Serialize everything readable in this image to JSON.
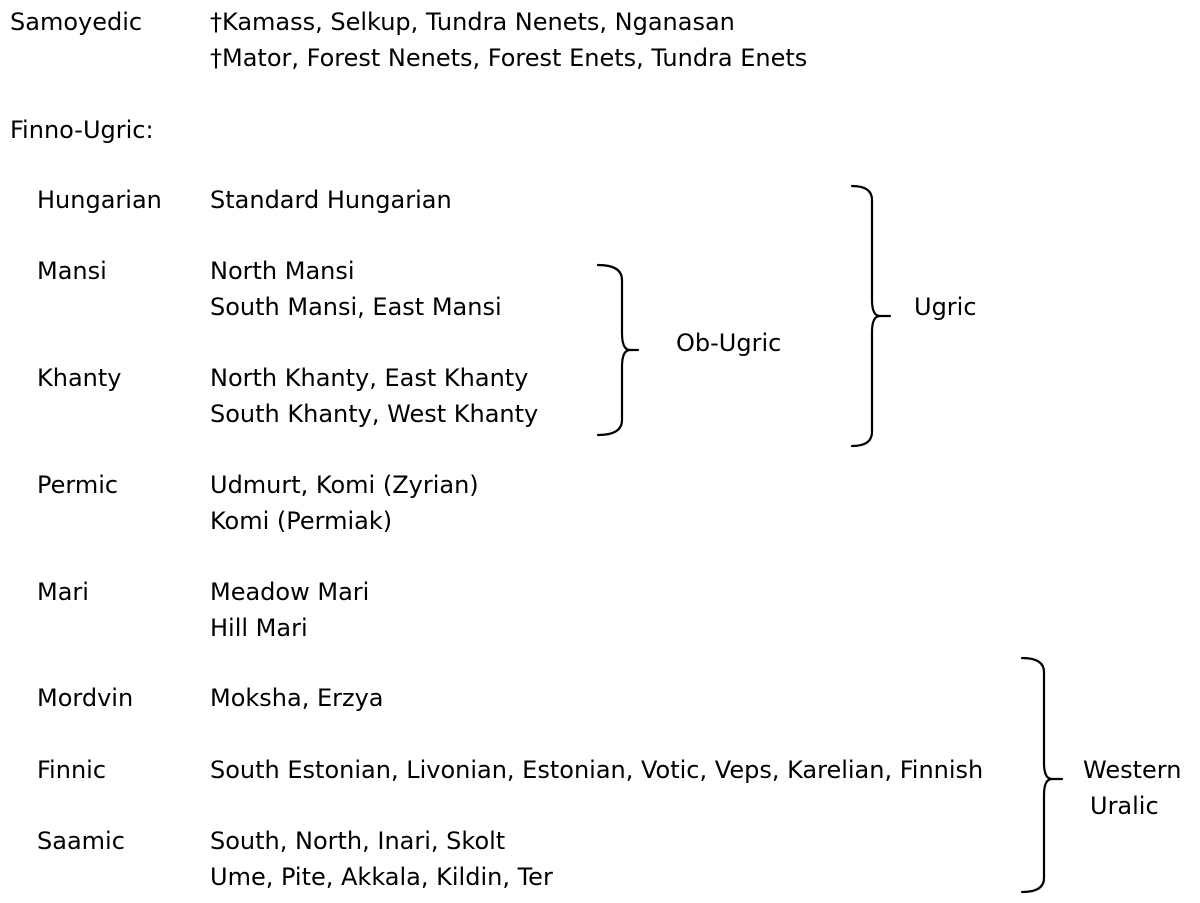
{
  "samoyedic": {
    "label": "Samoyedic",
    "line1": "†Kamass, Selkup, Tundra Nenets, Nganasan",
    "line2": "†Mator, Forest Nenets, Forest Enets, Tundra Enets"
  },
  "finno_ugric": {
    "label": "Finno-Ugric:",
    "groups": [
      {
        "name": "Hungarian",
        "line1": "Standard Hungarian",
        "line2": ""
      },
      {
        "name": "Mansi",
        "line1": "North Mansi",
        "line2": "South Mansi, East Mansi"
      },
      {
        "name": "Khanty",
        "line1": "North Khanty, East Khanty",
        "line2": "South Khanty, West Khanty"
      },
      {
        "name": "Permic",
        "line1": "Udmurt, Komi (Zyrian)",
        "line2": "Komi (Permiak)"
      },
      {
        "name": "Mari",
        "line1": "Meadow Mari",
        "line2": "Hill Mari"
      },
      {
        "name": "Mordvin",
        "line1": "Moksha, Erzya",
        "line2": ""
      },
      {
        "name": "Finnic",
        "line1": "South Estonian, Livonian, Estonian, Votic, Veps, Karelian, Finnish",
        "line2": ""
      },
      {
        "name": "Saamic",
        "line1": "South, North, Inari, Skolt",
        "line2": "Ume, Pite, Akkala, Kildin, Ter"
      }
    ]
  },
  "bracket_labels": {
    "ob_ugric": "Ob-Ugric",
    "ugric": "Ugric",
    "western_uralic_line1": "Western",
    "western_uralic_line2": "Uralic"
  }
}
